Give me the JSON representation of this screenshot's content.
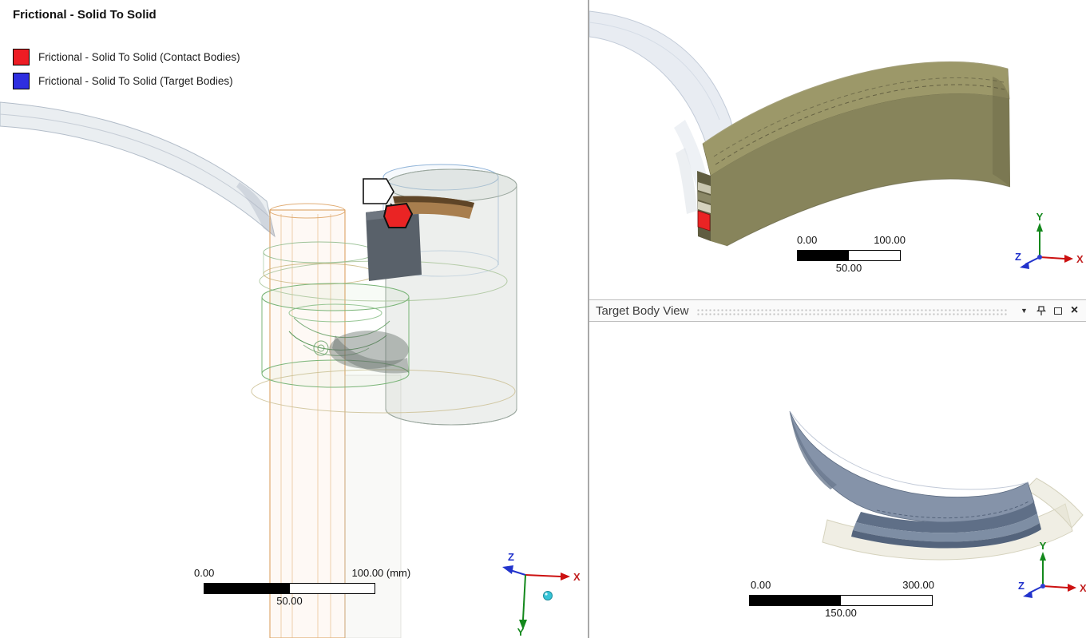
{
  "main_view": {
    "title": "Frictional - Solid To Solid",
    "legend": [
      {
        "label": "Frictional - Solid To Solid (Contact Bodies)",
        "color": "#ed1c24"
      },
      {
        "label": "Frictional - Solid To Solid (Target Bodies)",
        "color": "#2f2fe0"
      }
    ],
    "scale": {
      "start": "0.00",
      "mid": "50.00",
      "end": "100.00 (mm)"
    }
  },
  "contact_view": {
    "scale": {
      "start": "0.00",
      "mid": "50.00",
      "end": "100.00"
    }
  },
  "target_view": {
    "title": "Target Body View",
    "scale": {
      "start": "0.00",
      "mid": "150.00",
      "end": "300.00"
    },
    "buttons": [
      {
        "name": "dropdown",
        "glyph": "▼"
      },
      {
        "name": "pin"
      },
      {
        "name": "maximize"
      },
      {
        "name": "close",
        "glyph": "×"
      }
    ]
  },
  "triad": {
    "x": "X",
    "y": "Y",
    "z": "Z"
  },
  "icons": [
    "dropdown-icon",
    "pin-icon",
    "maximize-icon",
    "close-icon",
    "triad-icon"
  ],
  "colors": {
    "contact_red": "#ea2424",
    "target_blue": "#2f2fe0",
    "contact_body_khaki": "#9c9869",
    "target_body_steel": "#8593a9",
    "ghost_body": "#dde3ec",
    "axis_x": "#cc1111",
    "axis_y": "#13881c",
    "axis_z": "#2233cc",
    "triad_ball": "#35c4d7"
  }
}
